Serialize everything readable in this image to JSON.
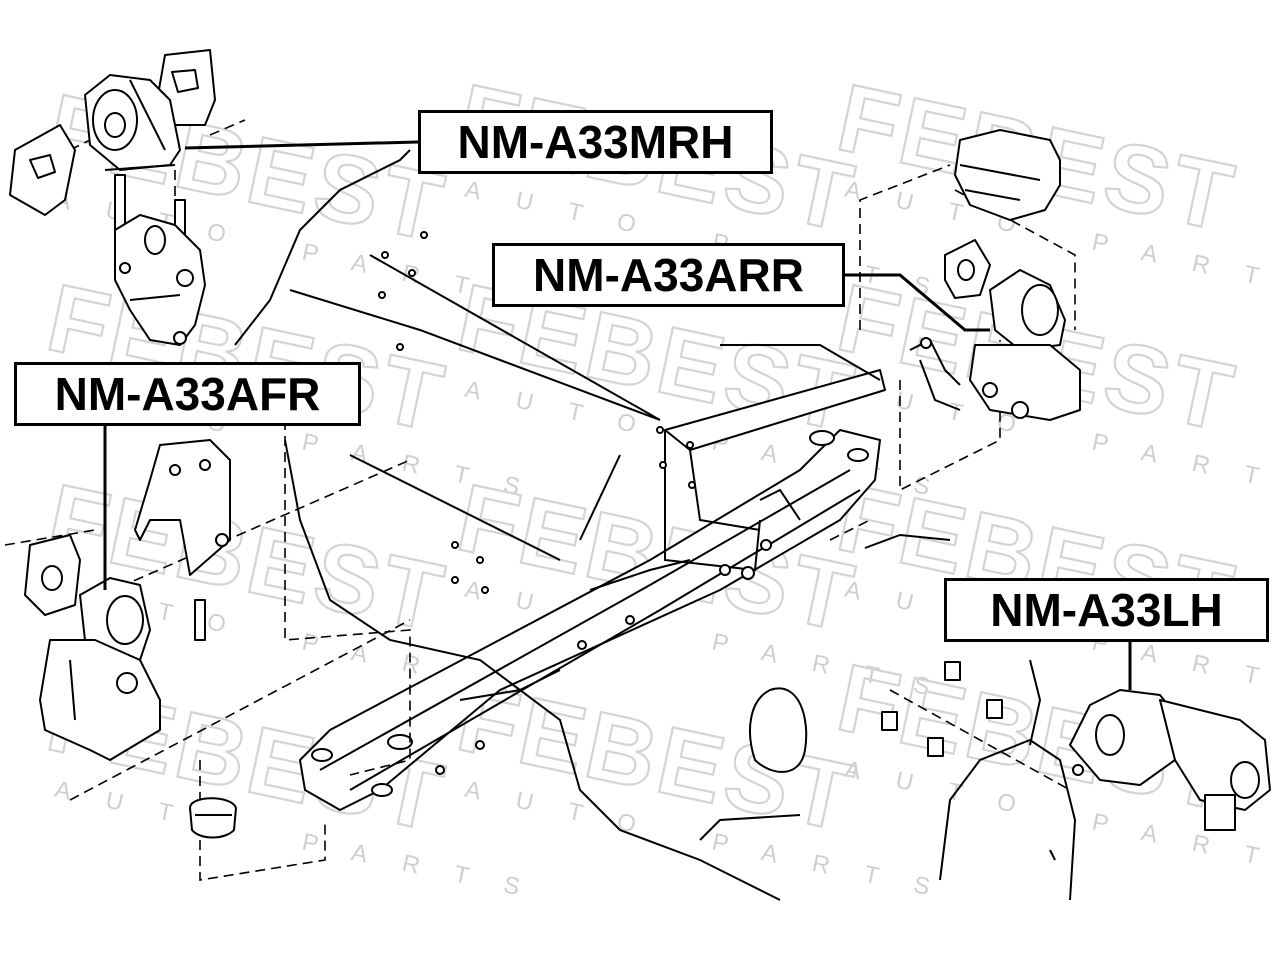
{
  "watermark": {
    "brand": "FEBEST",
    "tagline": "AUTO PARTS"
  },
  "labels": [
    {
      "id": "mrh",
      "text": "NM-A33MRH"
    },
    {
      "id": "arr",
      "text": "NM-A33ARR"
    },
    {
      "id": "afr",
      "text": "NM-A33AFR"
    },
    {
      "id": "lh",
      "text": "NM-A33LH"
    }
  ]
}
